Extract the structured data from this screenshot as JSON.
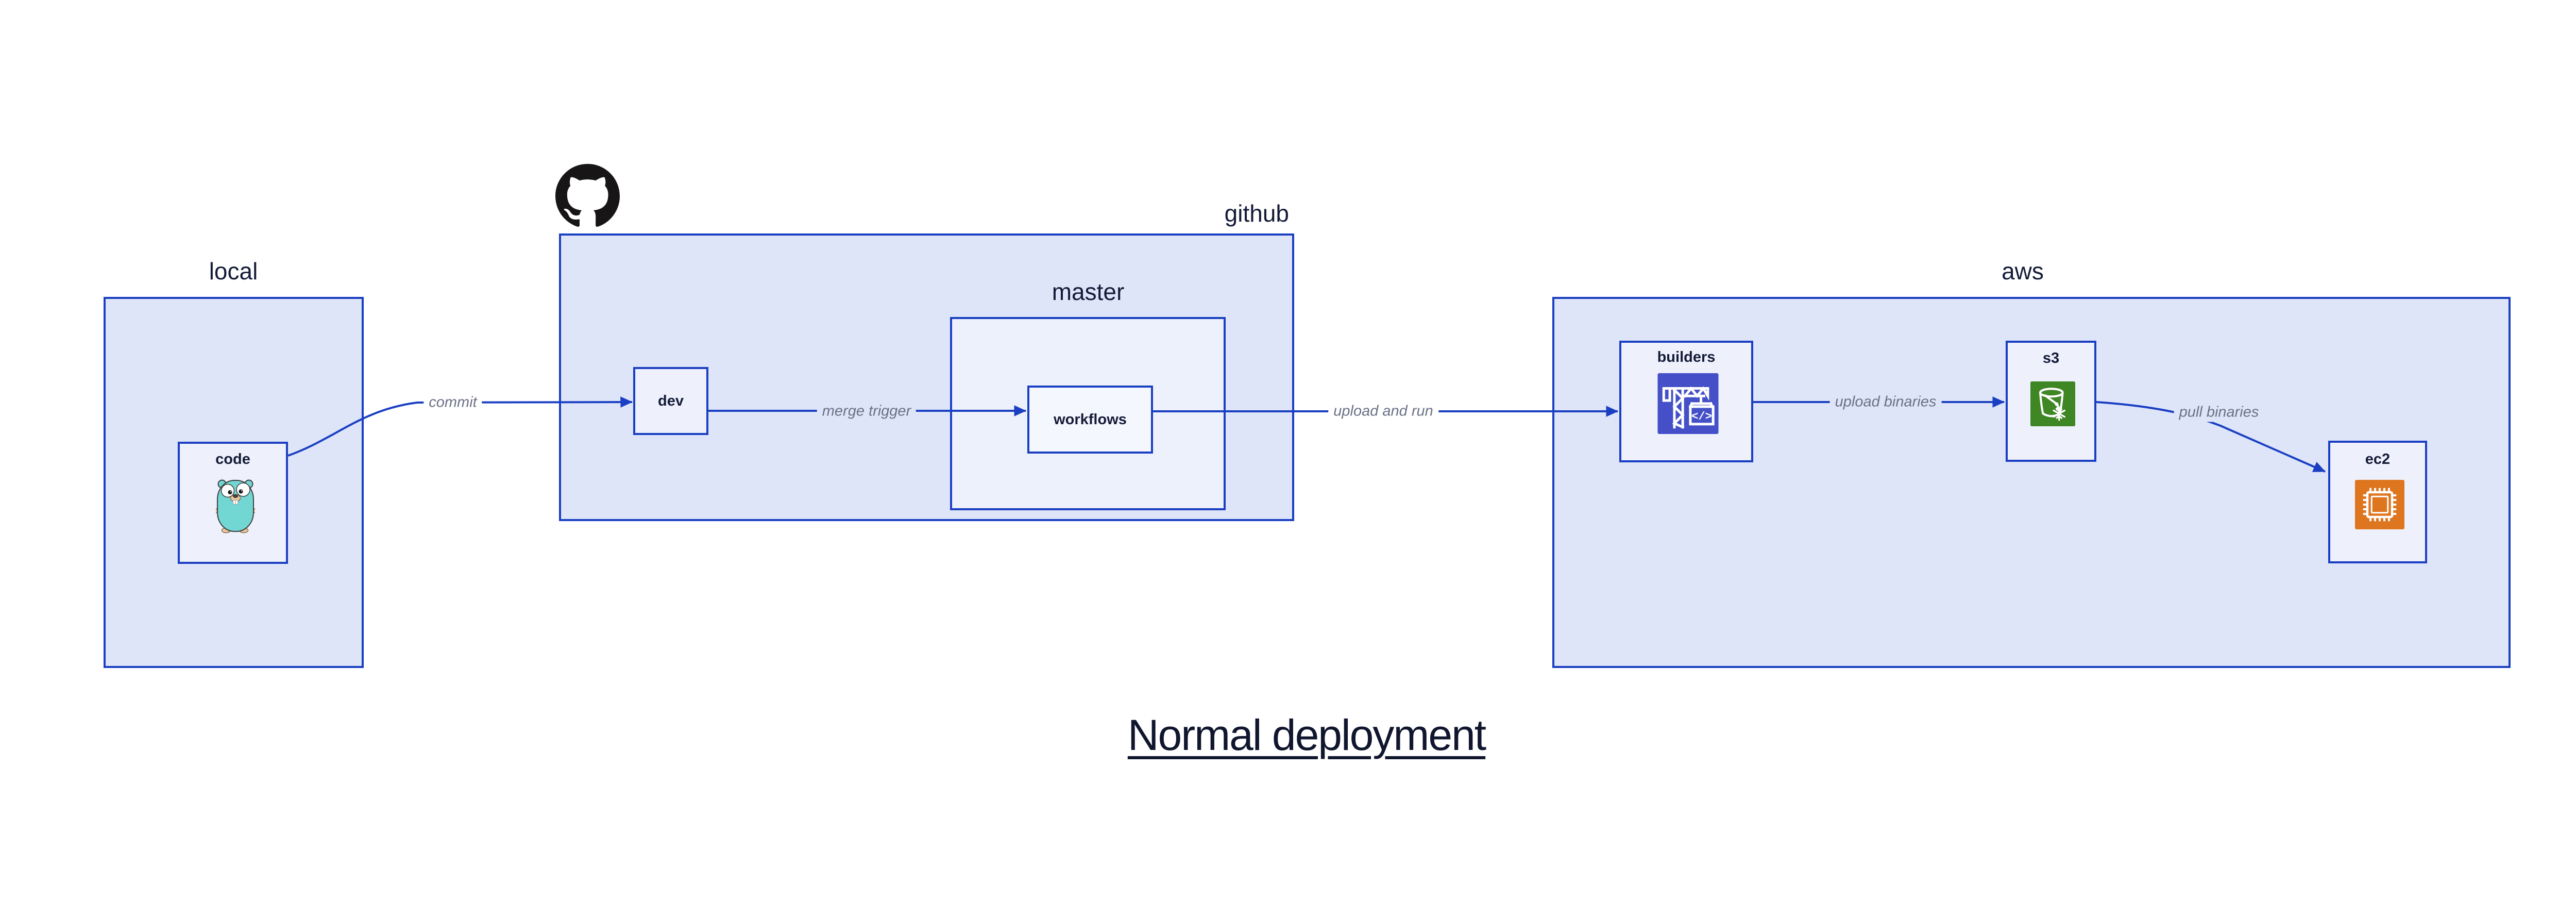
{
  "title": {
    "text": "Normal deployment"
  },
  "groups": {
    "local": {
      "label": "local"
    },
    "github": {
      "label": "github"
    },
    "master": {
      "label": "master"
    },
    "aws": {
      "label": "aws"
    }
  },
  "nodes": {
    "code": {
      "label": "code",
      "icon": "go-gopher-icon"
    },
    "dev": {
      "label": "dev"
    },
    "workflows": {
      "label": "workflows"
    },
    "builders": {
      "label": "builders",
      "icon": "aws-codebuild-icon"
    },
    "s3": {
      "label": "s3",
      "icon": "aws-s3-bucket-icon"
    },
    "ec2": {
      "label": "ec2",
      "icon": "aws-ec2-chip-icon"
    }
  },
  "edges": [
    {
      "label": "commit",
      "from": "code",
      "to": "dev"
    },
    {
      "label": "merge trigger",
      "from": "dev",
      "to": "workflows"
    },
    {
      "label": "upload and run",
      "from": "workflows",
      "to": "builders"
    },
    {
      "label": "upload binaries",
      "from": "builders",
      "to": "s3"
    },
    {
      "label": "pull binaries",
      "from": "s3",
      "to": "ec2"
    }
  ],
  "logo": {
    "icon": "github-octocat-icon"
  },
  "colors": {
    "accent_blue": "#1a3fc2",
    "container_fill": "#dee5f9",
    "node_fill": "#eef1fc",
    "master_fill": "#edf1fb",
    "workflows_fill": "#f5f7fe",
    "label_navy": "#141b38",
    "edge_label_gray": "#6b7187",
    "title_navy": "#10162e",
    "codebuild_indigo": "#444fc8",
    "s3_green": "#3f8624",
    "ec2_orange": "#de751f",
    "octocat_black": "#171515",
    "gopher_teal": "#72d6d3"
  }
}
